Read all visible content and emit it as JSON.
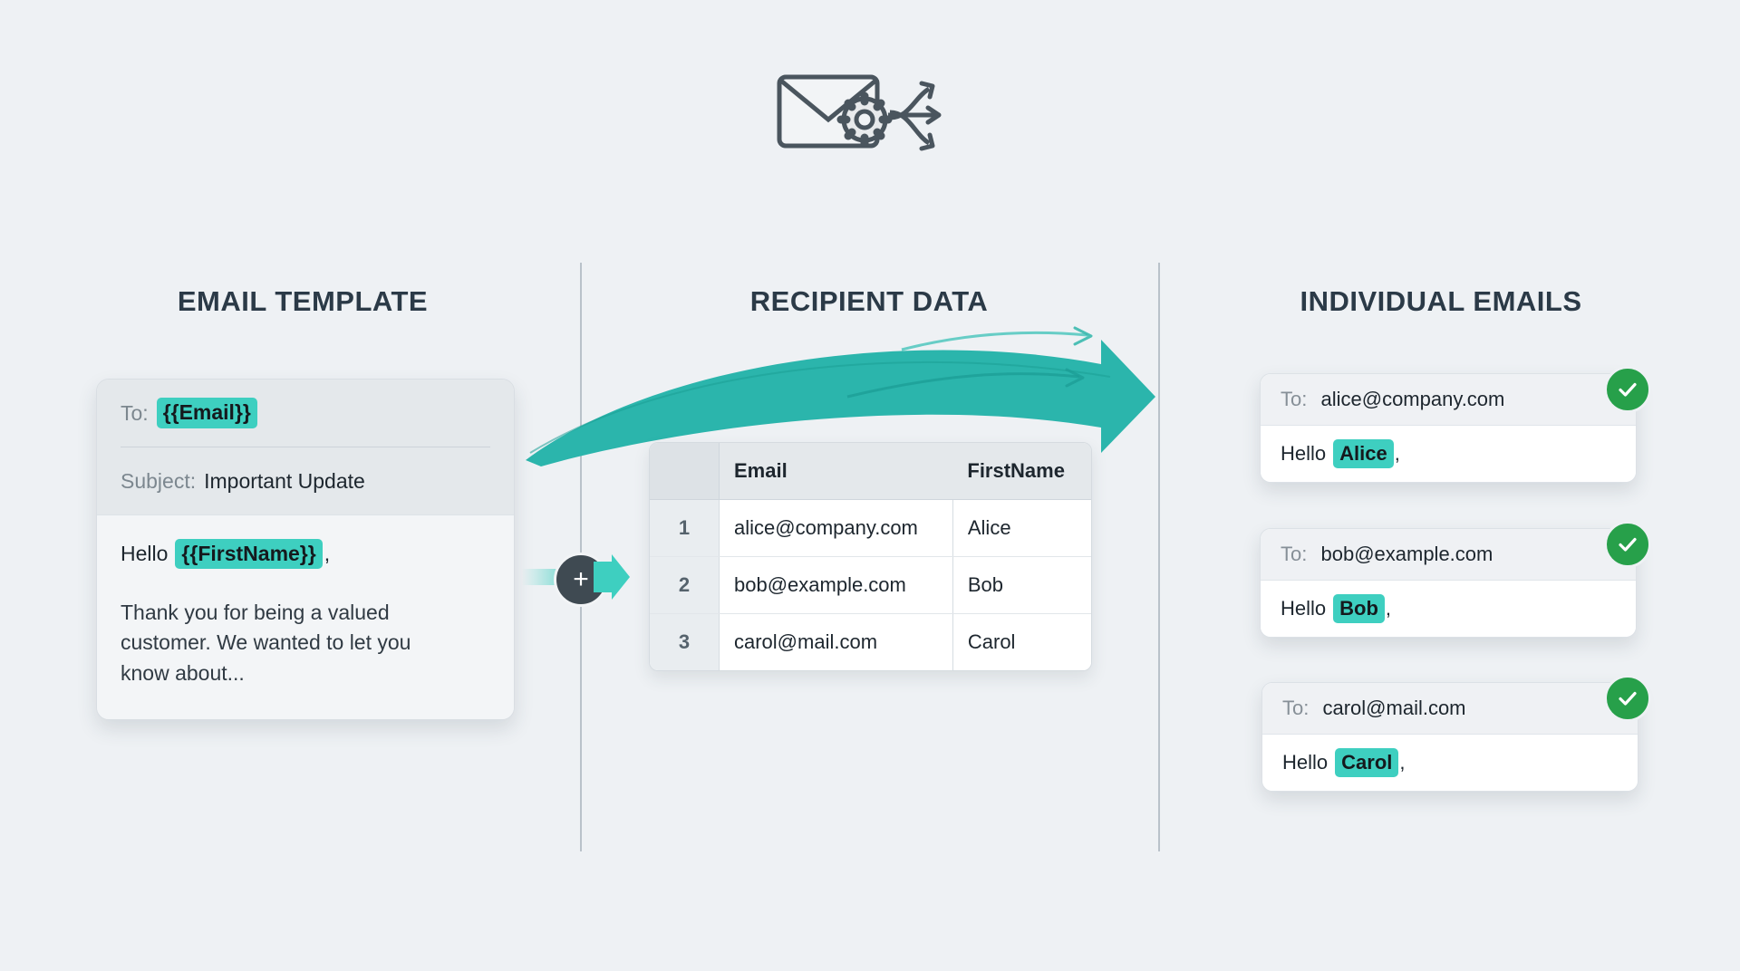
{
  "hero": {
    "icon": "envelope-gear-arrows-icon"
  },
  "columns": {
    "template_title": "EMAIL TEMPLATE",
    "data_title": "RECIPIENT DATA",
    "emails_title": "INDIVIDUAL EMAILS"
  },
  "template_card": {
    "to_label": "To:",
    "to_token": "{{Email}}",
    "subject_label": "Subject:",
    "subject_value": "Important Update",
    "greeting_prefix": "Hello",
    "greeting_token": "{{FirstName}}",
    "greeting_suffix": ",",
    "body_text": "Thank you for being a valued customer. We wanted to let you know about..."
  },
  "connector": {
    "plus_label": "+",
    "arrow": "merge-arrow-icon"
  },
  "table": {
    "headers": [
      "",
      "Email",
      "FirstName"
    ],
    "rows": [
      {
        "index": "1",
        "email": "alice@company.com",
        "first_name": "Alice"
      },
      {
        "index": "2",
        "email": "bob@example.com",
        "first_name": "Bob"
      },
      {
        "index": "3",
        "email": "carol@mail.com",
        "first_name": "Carol"
      }
    ]
  },
  "results": [
    {
      "to_label": "To:",
      "to_value": "alice@company.com",
      "greeting_prefix": "Hello",
      "name": "Alice",
      "greeting_suffix": ",",
      "status": "sent"
    },
    {
      "to_label": "To:",
      "to_value": "bob@example.com",
      "greeting_prefix": "Hello",
      "name": "Bob",
      "greeting_suffix": ",",
      "status": "sent"
    },
    {
      "to_label": "To:",
      "to_value": "carol@mail.com",
      "greeting_prefix": "Hello",
      "name": "Carol",
      "greeting_suffix": ",",
      "status": "sent"
    }
  ],
  "colors": {
    "background": "#eef1f4",
    "accent_teal": "#2bb5ac",
    "token_highlight": "#3ecfc0",
    "success_green": "#27a04a",
    "title_dark": "#2b3a47"
  }
}
